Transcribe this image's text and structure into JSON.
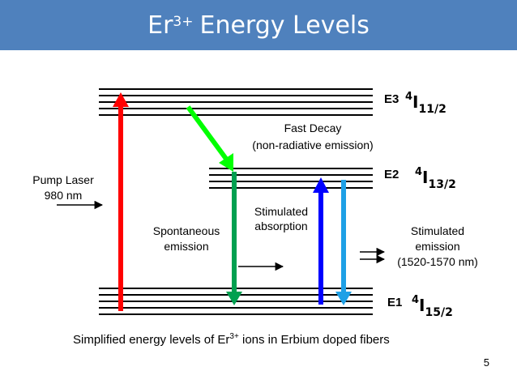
{
  "title": {
    "base": "Er",
    "sup": "3+",
    "rest": "Energy Levels"
  },
  "levels": [
    {
      "label": "E3",
      "term_base": "I",
      "term_left_sup": "4",
      "term_sub": "11/2"
    },
    {
      "label": "E2",
      "term_base": "I",
      "term_left_sup": "4",
      "term_sub": "13/2"
    },
    {
      "label": "E1",
      "term_base": "I",
      "term_left_sup": "4",
      "term_sub": "15/2"
    }
  ],
  "labels": {
    "pump_line1": "Pump Laser",
    "pump_line2": "980 nm",
    "fast_decay_line1": "Fast Decay",
    "fast_decay_line2": "(non-radiative emission)",
    "spont_line1": "Spontaneous",
    "spont_line2": "emission",
    "abs_line1": "Stimulated",
    "abs_line2": "absorption",
    "stim_line1": "Stimulated",
    "stim_line2": "emission",
    "stim_line3": "(1520-1570 nm)"
  },
  "caption": {
    "before": "Simplified energy levels of Er",
    "sup": "3+",
    "after": " ions in Erbium doped fibers"
  },
  "page_number": "5",
  "colors": {
    "title_bg": "#4f81bd",
    "pump_arrow": "#ff0000",
    "fast_decay_arrow": "#00ff00",
    "spontaneous_arrow": "#00a050",
    "absorption_arrow": "#0000ff",
    "stimulated_arrow": "#1ea0e6"
  }
}
